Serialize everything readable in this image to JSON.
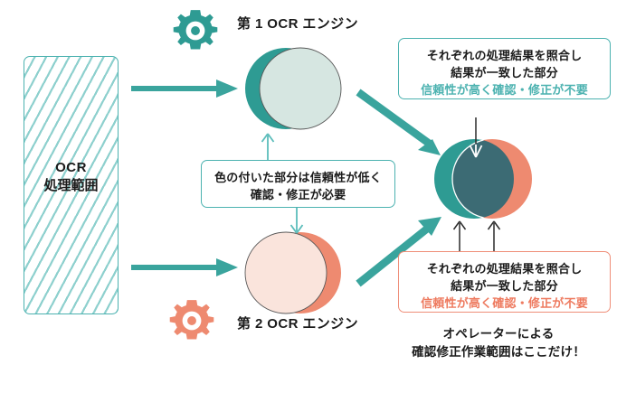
{
  "colors": {
    "teal": "#2e9b93",
    "teal_light": "#4cb2b0",
    "teal_hatch": "#8ed0ce",
    "salmon": "#ee8a70",
    "salmon_light": "#ef8e78",
    "salmon_pale": "#fae4dc",
    "mint_pale": "#d6e6e1",
    "overlap_slate": "#3c6b74",
    "ink": "#1b1b1b"
  },
  "source": {
    "label_line1": "OCR",
    "label_line2": "処理範囲",
    "icon": "hatched-panel"
  },
  "engines": [
    {
      "id": "engine-1",
      "title": "第 1 OCR エンジン",
      "gear_icon": "gear-icon",
      "gear_color": "#2e9b93",
      "feed_arrow_icon": "arrow-right-icon"
    },
    {
      "id": "engine-2",
      "title": "第 2 OCR エンジン",
      "gear_icon": "gear-icon",
      "gear_color": "#ee8a70",
      "feed_arrow_icon": "arrow-right-icon"
    }
  ],
  "callouts": {
    "match_top": {
      "line1": "それぞれの処理結果を照合し",
      "line2": "結果が一致した部分",
      "line3": "信頼性が高く確認・修正が不要",
      "accent_color": "#4cb2b0"
    },
    "low_confidence": {
      "line1": "色の付いた部分は信頼性が低く",
      "line2": "確認・修正が必要"
    },
    "match_bottom": {
      "line1": "それぞれの処理結果を照合し",
      "line2": "結果が一致した部分",
      "line3": "信頼性が高く確認・修正が不要",
      "accent_color": "#ee7a5f"
    }
  },
  "operator_note": {
    "line1": "オペレーターによる",
    "line2": "確認修正作業範囲はここだけ！"
  },
  "venn": {
    "left_circle_color": "#2e9b93",
    "right_circle_color": "#ee8a70",
    "overlap_color": "#3c6b74",
    "in_arrow_icon": "arrow-down-icon",
    "out_arrow_left_icon": "arrow-up-icon",
    "out_arrow_right_icon": "arrow-up-icon"
  },
  "merge_arrows": {
    "top_icon": "arrow-diagonal-down-right-icon",
    "bottom_icon": "arrow-diagonal-up-right-icon"
  }
}
